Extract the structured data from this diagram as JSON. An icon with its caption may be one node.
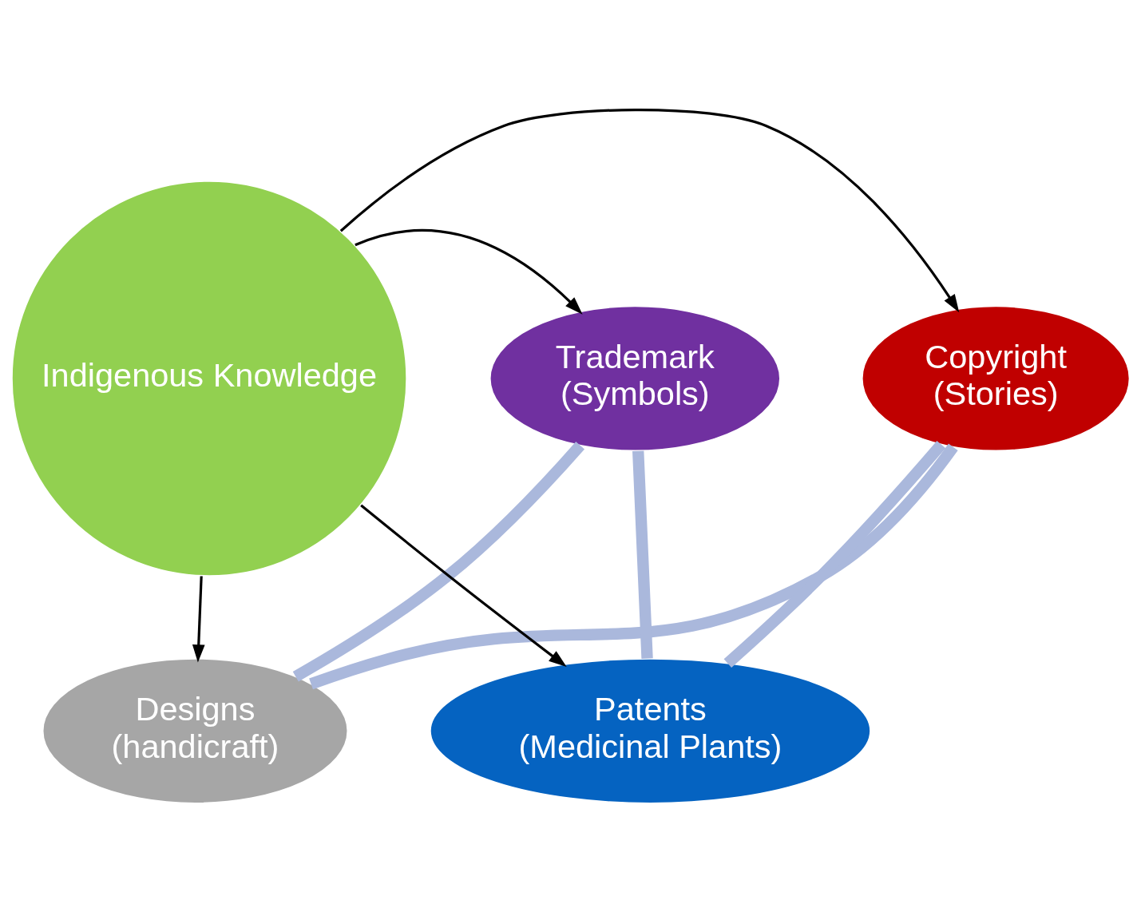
{
  "diagram": {
    "nodes": [
      {
        "text": [
          "Designs",
          "(handicraft)"
        ]
      },
      {
        "text": [
          "Copyright",
          "(Stories)"
        ]
      },
      {
        "text": [
          "Indigenous Knowledge"
        ]
      },
      {
        "text": [
          "Trademark",
          "(Symbols)"
        ]
      },
      {
        "text": [
          "Patents",
          "(Medicinal Plants)"
        ]
      }
    ],
    "edges": [
      {
        "from": 2,
        "to": 0,
        "arrow": "to"
      },
      {
        "from": 2,
        "to": 1,
        "arrow": "to"
      },
      {
        "from": 2,
        "to": 3,
        "arrow": "to"
      },
      {
        "from": 2,
        "to": 4,
        "arrow": "to"
      },
      {
        "from": 0,
        "to": 3,
        "arrow": "none",
        "style": "thick",
        "color": "#aab8dc"
      },
      {
        "from": 3,
        "to": 4,
        "arrow": "none",
        "style": "thick",
        "color": "#aab8dc"
      },
      {
        "from": 4,
        "to": 1,
        "arrow": "none",
        "style": "thick",
        "color": "#aab8dc"
      },
      {
        "from": 1,
        "to": 0,
        "arrow": "none",
        "style": "thick",
        "color": "#aab8dc"
      }
    ]
  }
}
